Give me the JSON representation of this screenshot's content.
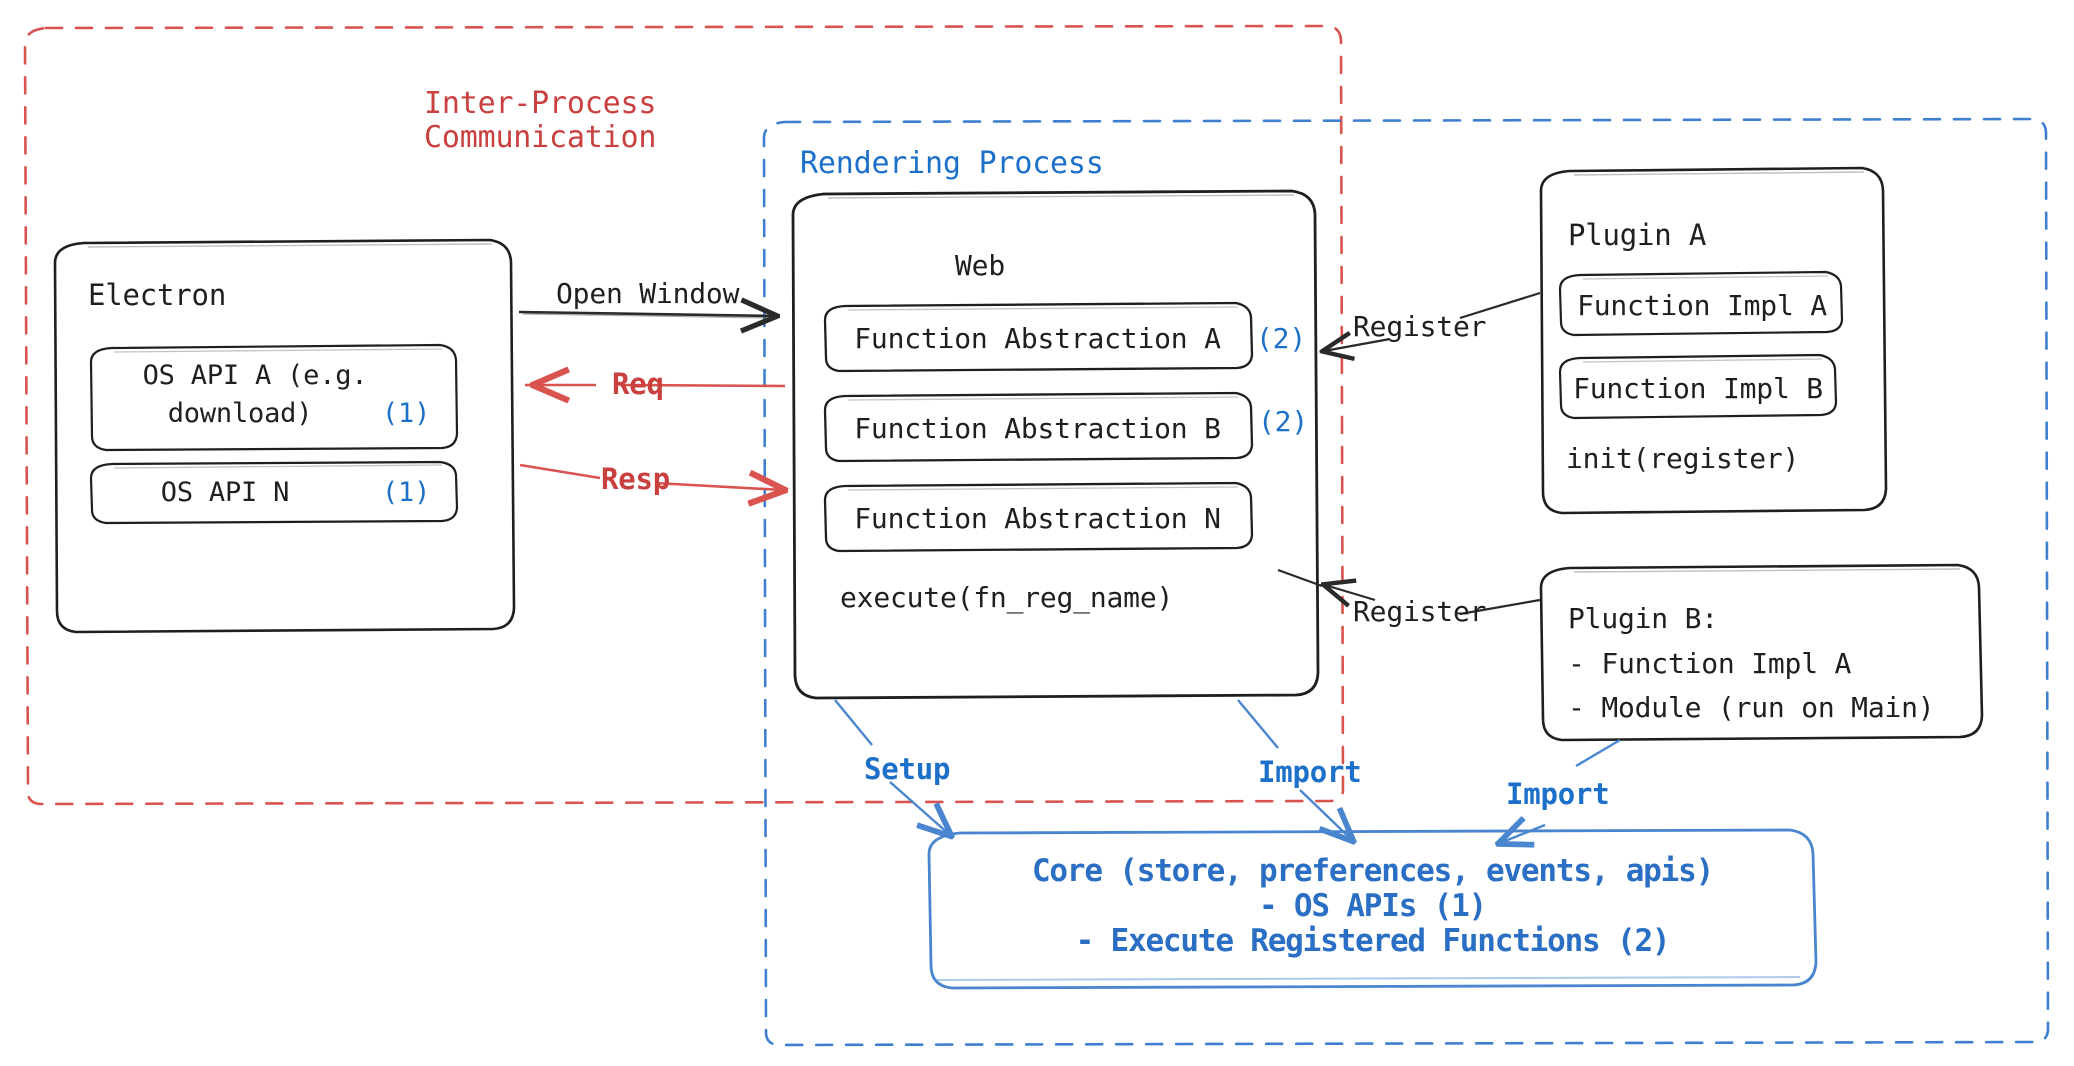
{
  "diagram": {
    "title": "Electron plugin architecture",
    "colors": {
      "ink": "#1f1f1f",
      "red": "#c9403f",
      "blue": "#1d70c9",
      "core_blue": "#2a6fc4"
    },
    "regions": {
      "ipc": {
        "label": "Inter-Process\nCommunication",
        "label_line1": "Inter-Process",
        "label_line2": "Communication",
        "border_style": "dashed",
        "border_color": "#c9403f"
      },
      "rendering": {
        "label": "Rendering Process",
        "border_style": "dashed",
        "border_color": "#1d70c9"
      }
    },
    "electron": {
      "title": "Electron",
      "apis": [
        {
          "label_line1": "OS API A (e.g.",
          "label_line2": "download)",
          "marker": "(1)"
        },
        {
          "label_line1": "OS API N",
          "label_line2": "",
          "marker": "(1)"
        }
      ]
    },
    "web": {
      "title": "Web",
      "abstractions": [
        {
          "label": "Function Abstraction A",
          "marker": "(2)"
        },
        {
          "label": "Function Abstraction B",
          "marker": "(2)"
        },
        {
          "label": "Function Abstraction N",
          "marker": ""
        }
      ],
      "method": "execute(fn_reg_name)"
    },
    "plugin_a": {
      "title": "Plugin A",
      "impls": [
        "Function Impl A",
        "Function Impl B"
      ],
      "init": "init(register)"
    },
    "plugin_b": {
      "title": "Plugin B:",
      "items": [
        "- Function Impl A",
        "- Module (run on Main)"
      ]
    },
    "core": {
      "line1": "Core (store, preferences, events, apis)",
      "line2": "- OS APIs (1)",
      "line3": "- Execute Registered Functions (2)"
    },
    "edges": {
      "open_window": "Open Window",
      "req": "Req",
      "resp": "Resp",
      "register_a": "Register",
      "register_b": "Register",
      "setup": "Setup",
      "import_left": "Import",
      "import_right": "Import"
    }
  }
}
